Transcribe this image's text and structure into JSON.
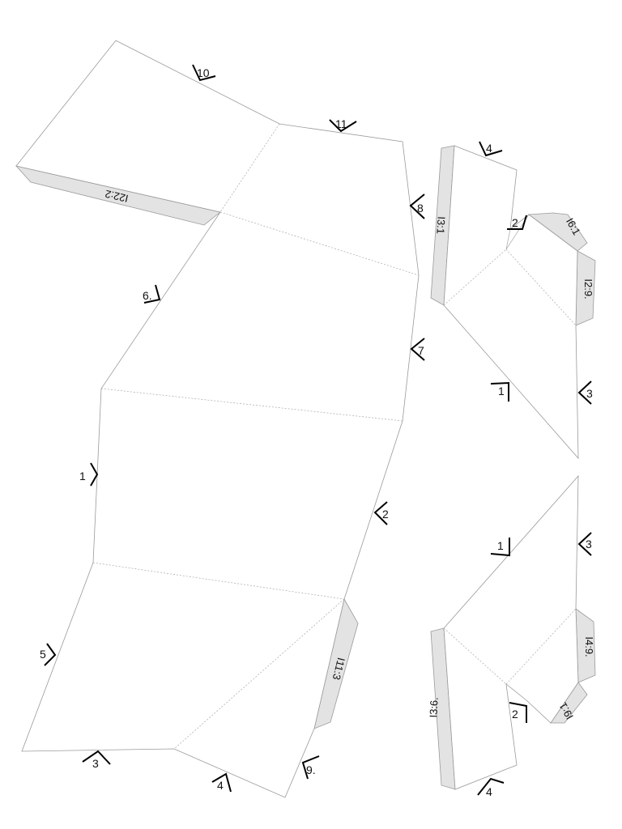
{
  "edge_labels": {
    "main_10": "10",
    "main_11": "11",
    "main_8": "8",
    "main_6": "6.",
    "main_7": "7",
    "main_1": "1",
    "main_2": "2",
    "main_5": "5",
    "main_3": "3",
    "main_4": "4",
    "main_9": "9.",
    "upper_4": "4",
    "upper_2": "2",
    "upper_1": "1",
    "upper_3": "3",
    "lower_1": "1",
    "lower_3": "3",
    "lower_2": "2",
    "lower_4": "4"
  },
  "tab_labels": {
    "main_top": "I22:2",
    "main_right": "I11:3",
    "upper_left": "I3:1",
    "upper_small": "I6:1",
    "upper_right": "I2:9.",
    "lower_left": "I3:6.",
    "lower_right": "I4:9.",
    "lower_small": "I9:1"
  },
  "colors": {
    "tab_fill": "#e3e3e3",
    "cut_line": "#9a9a9a",
    "marker": "#000000"
  }
}
